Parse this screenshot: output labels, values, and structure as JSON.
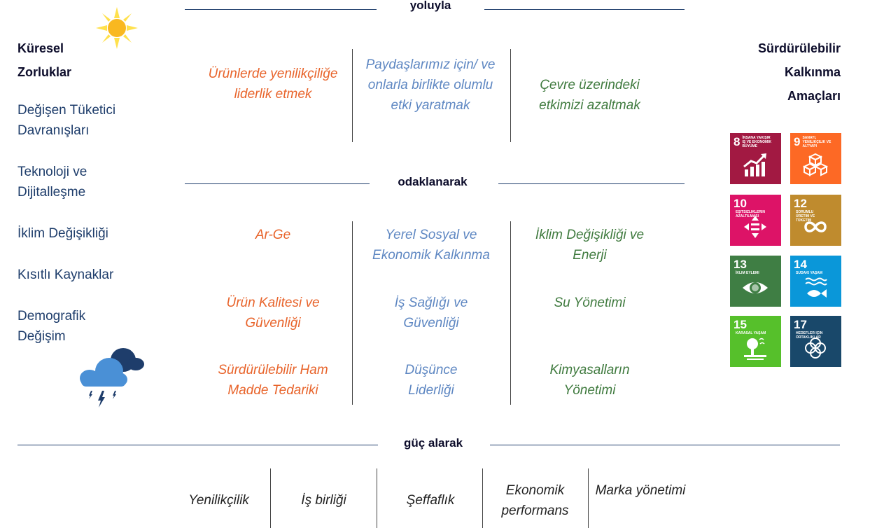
{
  "sections": {
    "top": "yoluyla",
    "middle": "odaklanarak",
    "bottom": "güç alarak"
  },
  "left": {
    "title_line1": "Küresel",
    "title_line2": "Zorluklar",
    "items": [
      "Değişen Tüketici Davranışları",
      "Teknoloji ve Dijitalleşme",
      "İklim Değişikliği",
      "Kısıtlı Kaynaklar",
      "Demografik Değişim"
    ]
  },
  "right": {
    "title_line1": "Sürdürülebilir",
    "title_line2": "Kalkınma",
    "title_line3": "Amaçları"
  },
  "approaches": [
    "Ürünlerde yenilikçiliğe liderlik etmek",
    "Paydaşlarımız için/ ve onlarla birlikte olumlu etki yaratmak",
    "Çevre üzerindeki etkimizi azaltmak"
  ],
  "focus": {
    "col1": [
      "Ar-Ge",
      "Ürün Kalitesi ve Güvenliği",
      "Sürdürülebilir Ham Madde Tedariki"
    ],
    "col2": [
      "Yerel Sosyal ve Ekonomik Kalkınma",
      "İş Sağlığı ve Güvenliği",
      "Düşünce Liderliği"
    ],
    "col3": [
      "İklim Değişikliği ve Enerji",
      "Su Yönetimi",
      "Kimyasalların Yönetimi"
    ]
  },
  "strengths": [
    "Yenilikçilik",
    "İş birliği",
    "Şeffaflık",
    "Ekonomik performans",
    "Marka yönetimi"
  ],
  "sdgs": [
    {
      "num": "8",
      "text": "İnsana yakışır iş ve ekonomik büyüme",
      "color": "#a21942",
      "icon": "growth-chart-icon"
    },
    {
      "num": "9",
      "text": "Sanayi, yenilikçilik ve altyapı",
      "color": "#fd6925",
      "icon": "cubes-icon"
    },
    {
      "num": "10",
      "text": "Eşitsizliklerin azaltılması",
      "color": "#dd1367",
      "icon": "equality-icon"
    },
    {
      "num": "12",
      "text": "Sorumlu üretim ve tüketim",
      "color": "#bf8b2e",
      "icon": "infinity-icon"
    },
    {
      "num": "13",
      "text": "İklim eylemi",
      "color": "#3f7e44",
      "icon": "eye-globe-icon"
    },
    {
      "num": "14",
      "text": "Sudaki yaşam",
      "color": "#0a97d9",
      "icon": "fish-icon"
    },
    {
      "num": "15",
      "text": "Karasal yaşam",
      "color": "#56c02b",
      "icon": "tree-icon"
    },
    {
      "num": "17",
      "text": "Hedefler için ortaklıklar",
      "color": "#19486a",
      "icon": "partnership-flower-icon"
    }
  ],
  "colors": {
    "orange": "#e8632a",
    "blue": "#5e87c2",
    "green": "#3f7a3e",
    "navy": "#1e3d6b"
  },
  "icons": {
    "sun": "sun-icon",
    "storm": "storm-cloud-icon"
  }
}
